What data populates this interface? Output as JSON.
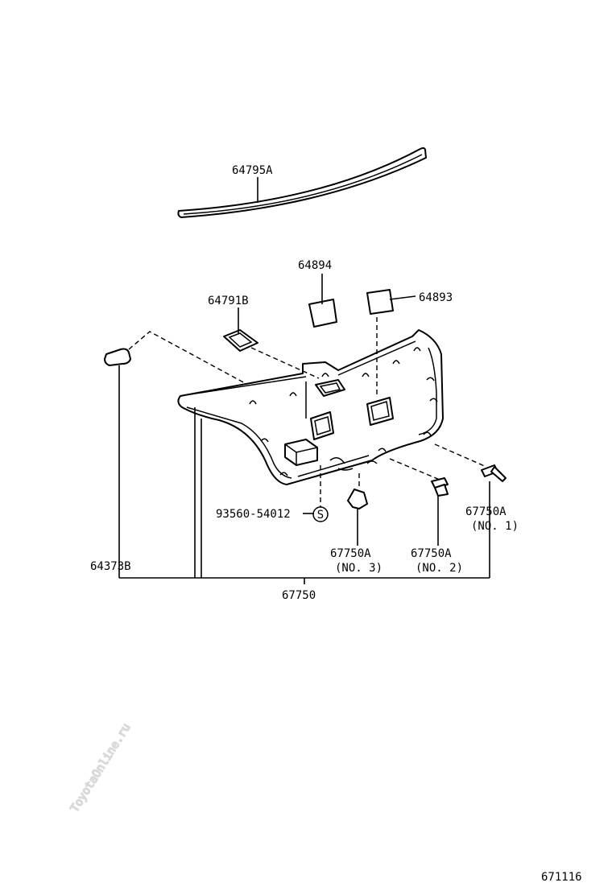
{
  "watermark": "ToyotaOnline.ru",
  "diagram_code": "671116",
  "parts": {
    "moulding": "64795A",
    "cover_a": "64894",
    "cover_b": "64893",
    "pad": "64791B",
    "screw": "93560-54012",
    "screw_symbol": "S",
    "clip_left": "64373B",
    "clip_no1": "67750A",
    "clip_no1_sub": "(NO. 1)",
    "clip_no2": "67750A",
    "clip_no2_sub": "(NO. 2)",
    "clip_no3": "67750A",
    "clip_no3_sub": "(NO. 3)",
    "assembly": "67750"
  }
}
